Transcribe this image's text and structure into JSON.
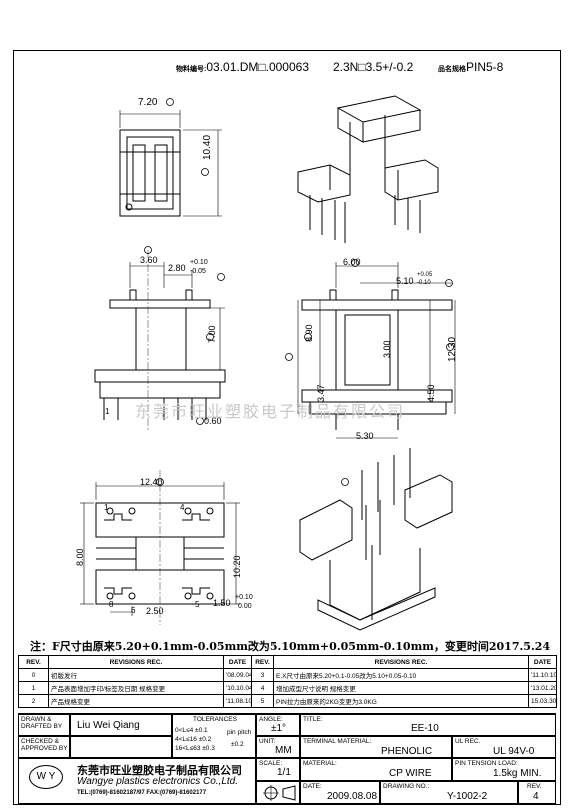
{
  "header": {
    "part_label": "物料编号:",
    "part_number": "03.01.DM□.000063",
    "spec": "2.3N□3.5+/-0.2",
    "pin_label": "品名规格",
    "pin_spec": "PIN5-8"
  },
  "dimensions": {
    "d1": "7.20",
    "d2": "10.40",
    "d3": "3.60",
    "d4": "2.80",
    "d4_tol_up": "+0.10",
    "d4_tol_dn": "-0.05",
    "d5": "7.00",
    "d6": "6.00",
    "d7": "5.10",
    "d7_tol_up": "+0.05",
    "d7_tol_dn": "-0.10",
    "d8": "8.90",
    "d9": "3.00",
    "d10": "12.30",
    "d11": "4.50",
    "d12": "3.47",
    "d13": "0.60",
    "d14": "5.30",
    "d15": "12.40",
    "d16": "8.00",
    "d17": "10.20",
    "d18": "2.50",
    "d19": "1.50",
    "d19_tol_up": "+0.10",
    "d19_tol_dn": "0.00",
    "pin1": "1",
    "pin4": "4",
    "pin5": "5",
    "pin8": "8",
    "pin6": "6"
  },
  "watermark": "东莞市旺业塑胶电子制品有限公司",
  "note": "注：F尺寸由原来5.20+0.1mm-0.05mm改为5.10mm+0.05mm-0.10mm，变更时间2017.5.24",
  "revisions": {
    "headers": [
      "REV.",
      "REVISIONS   REC.",
      "DATE",
      "REV.",
      "REVISIONS   REC.",
      "DATE"
    ],
    "rows": [
      {
        "rev_a": "0",
        "rec_a": "初版发行",
        "date_a": "'08.09.04",
        "rev_b": "3",
        "rec_b": "E.X尺寸由原来5.20+0.1-0.05改为5.10+0.05-0.10",
        "date_b": "'11.10.10"
      },
      {
        "rev_a": "1",
        "rec_a": "产品表面增加字印/标签及日期 规格变更",
        "date_a": "'10.10.04",
        "rev_b": "4",
        "rec_b": "增加成型尺寸说明 规格变更",
        "date_b": "'13.01.20"
      },
      {
        "rev_a": "2",
        "rec_a": "产品规格变更",
        "date_a": "'11.08.10",
        "rev_b": "5",
        "rec_b": "PIN拉力由原来的2KG变更为3.0KG",
        "date_b": "15.03.30"
      }
    ]
  },
  "title_block": {
    "drawn_label": "DRAWN &\nDRAFTED BY",
    "checked_label": "CHECKED &\nAPPROVED BY",
    "drawer": "Liu Wei Qiang",
    "tolerances_label": "TOLERANCES",
    "tol1": "0<L≤4    ±0.1",
    "tol2": "4<L≤16  ±0.2",
    "tol3": "16<L≤63 ±0.3",
    "pin_pitch_label": "pin pitch",
    "pin_pitch": "±0.2",
    "angle_label": "ANGLE:",
    "angle": "±1°",
    "unit_label": "UNIT:",
    "unit": "MM",
    "scale_label": "SCALE:",
    "scale": "1/1",
    "title_label": "TITLE:",
    "title": "EE-10",
    "terminal_label": "TERMINAL MATERIAL:",
    "terminal": "PHENOLIC",
    "ul_label": "UL REC.",
    "ul": "UL 94V-0",
    "material_label": "MATERIAL:",
    "material": "CP WIRE",
    "pin_tension_label": "PIN TENSION LOAD:",
    "pin_tension": "1.5kg MIN.",
    "date_label": "DATE:",
    "date": "2009.08.08",
    "drawing_label": "DRAWING NO.:",
    "drawing_no": "Y-1002-2",
    "rev_label": "REV.",
    "rev": "4",
    "logo": "W Y",
    "company_cn": "东莞市旺业塑胶电子制品有限公司",
    "company_en": "Wangye plastics electronics Co.,Ltd.",
    "contact": "TEL:(0769)-81602187/97  FAX:(0769)-81602177"
  }
}
